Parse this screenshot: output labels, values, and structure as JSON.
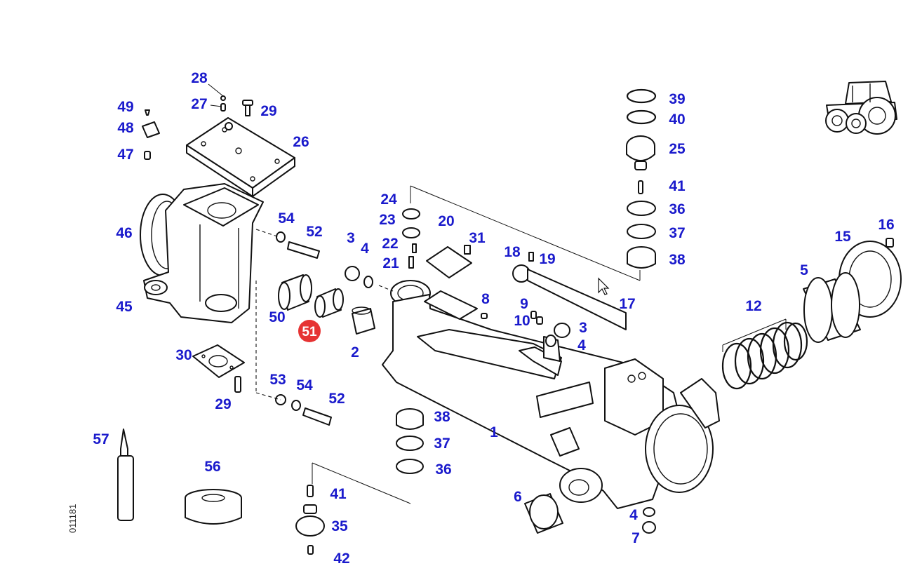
{
  "drawing": {
    "drawing_number": "011181",
    "highlighted_part": "51",
    "colors": {
      "callout": "#1a1acc",
      "highlight": "#e63333",
      "line": "#111111"
    },
    "icons": [
      "tractor-icon",
      "cursor-arrow-icon"
    ]
  },
  "callouts": [
    "28",
    "27",
    "29",
    "49",
    "48",
    "47",
    "26",
    "46",
    "45",
    "54",
    "52",
    "50",
    "51",
    "2",
    "3",
    "4",
    "24",
    "23",
    "22",
    "21",
    "20",
    "31",
    "18",
    "19",
    "17",
    "8",
    "9",
    "10",
    "3",
    "4",
    "30",
    "53",
    "54",
    "52",
    "29",
    "39",
    "40",
    "25",
    "41",
    "36",
    "37",
    "38",
    "12",
    "5",
    "15",
    "16",
    "1",
    "38",
    "37",
    "36",
    "57",
    "56",
    "41",
    "35",
    "42",
    "6",
    "4",
    "7"
  ]
}
